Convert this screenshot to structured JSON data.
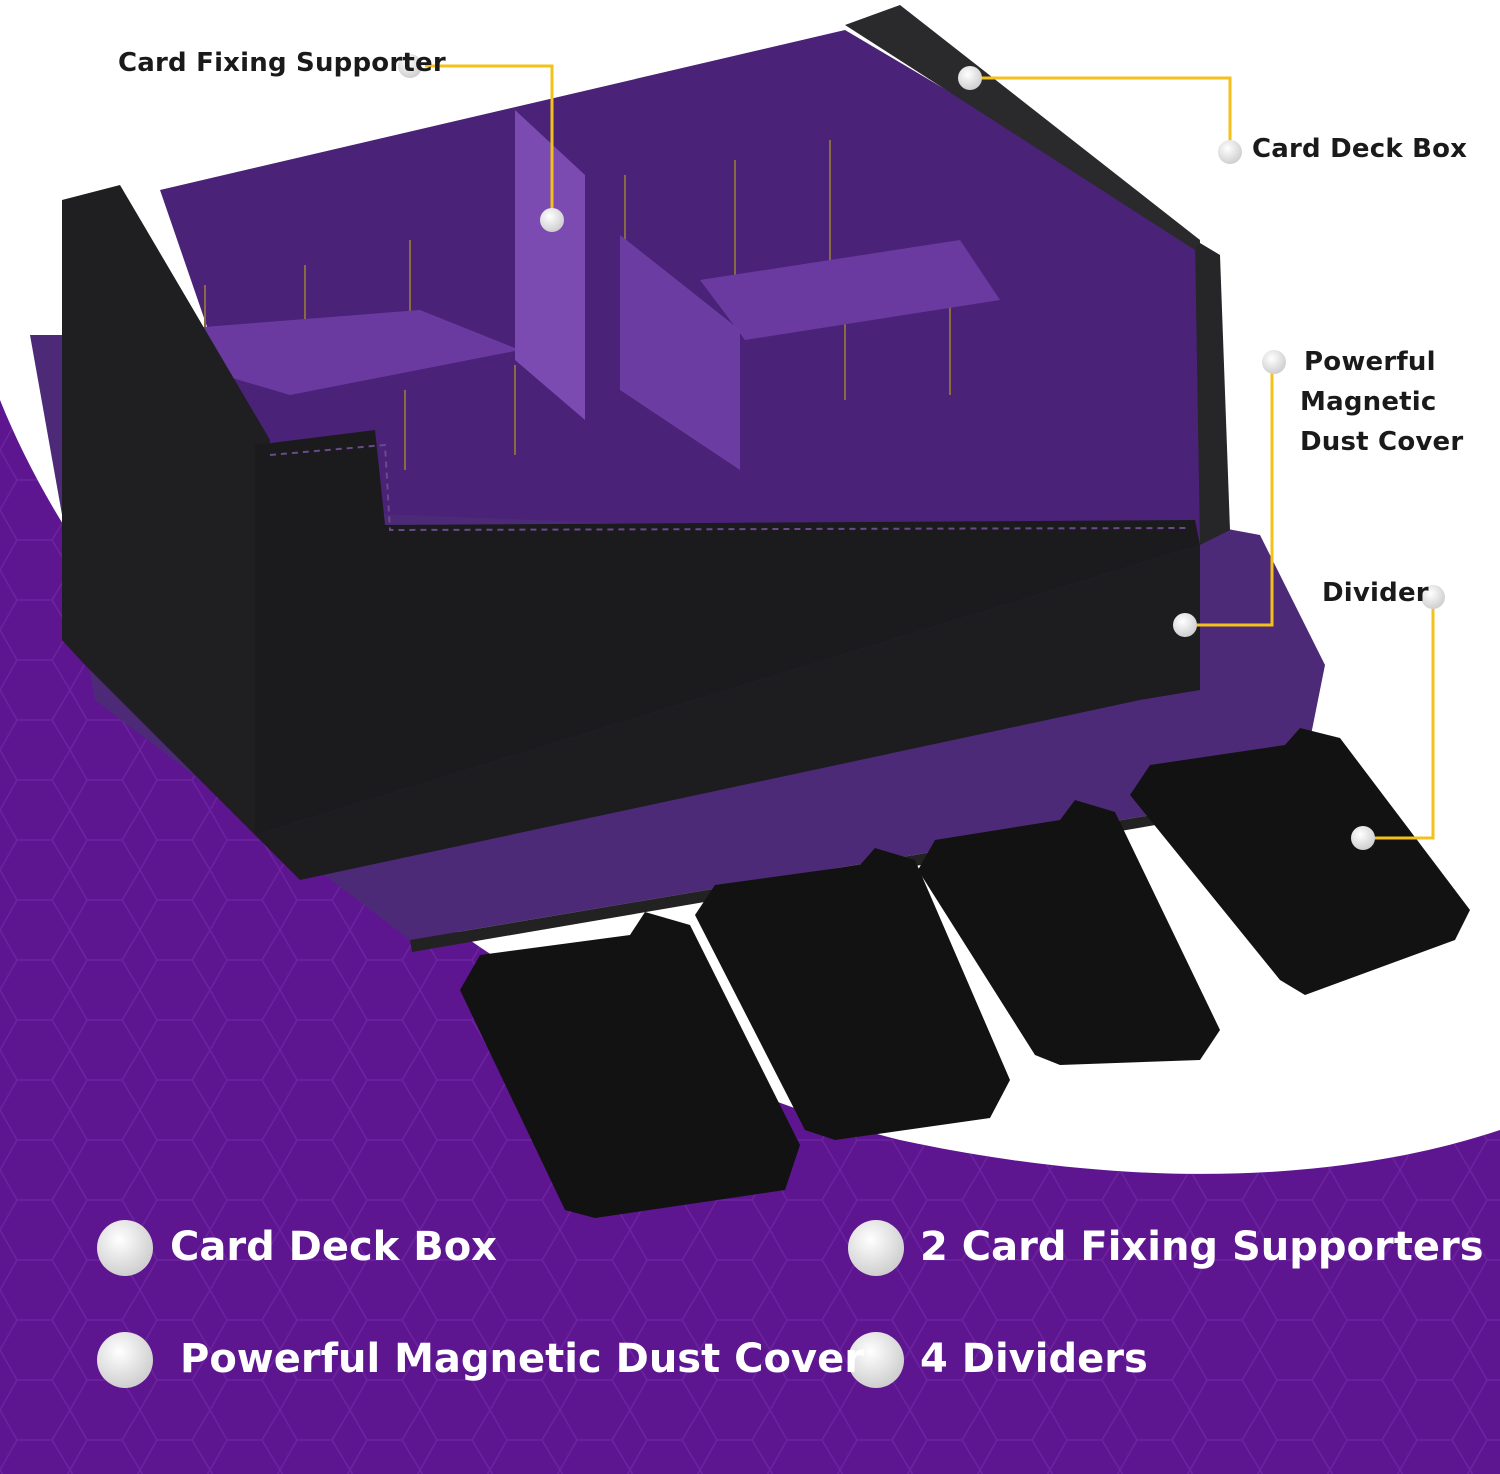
{
  "colors": {
    "purple": "#5e1690",
    "purple_dark": "#3e0c63",
    "box_outer": "#1e1e20",
    "box_inner": "#5a2b8c",
    "leader_line": "#f2c21a",
    "dot": "#e6e6e6"
  },
  "callouts": {
    "card_fixing_supporter": "Card Fixing Supporter",
    "card_deck_box": "Card Deck Box",
    "dust_cover": [
      "Powerful",
      "Magnetic",
      "Dust Cover"
    ],
    "divider": "Divider"
  },
  "features": {
    "card_deck_box": "Card Deck Box",
    "card_fixing_supporters": "2 Card Fixing Supporters",
    "dust_cover": "Powerful Magnetic Dust Cover",
    "dividers": "4 Dividers"
  }
}
